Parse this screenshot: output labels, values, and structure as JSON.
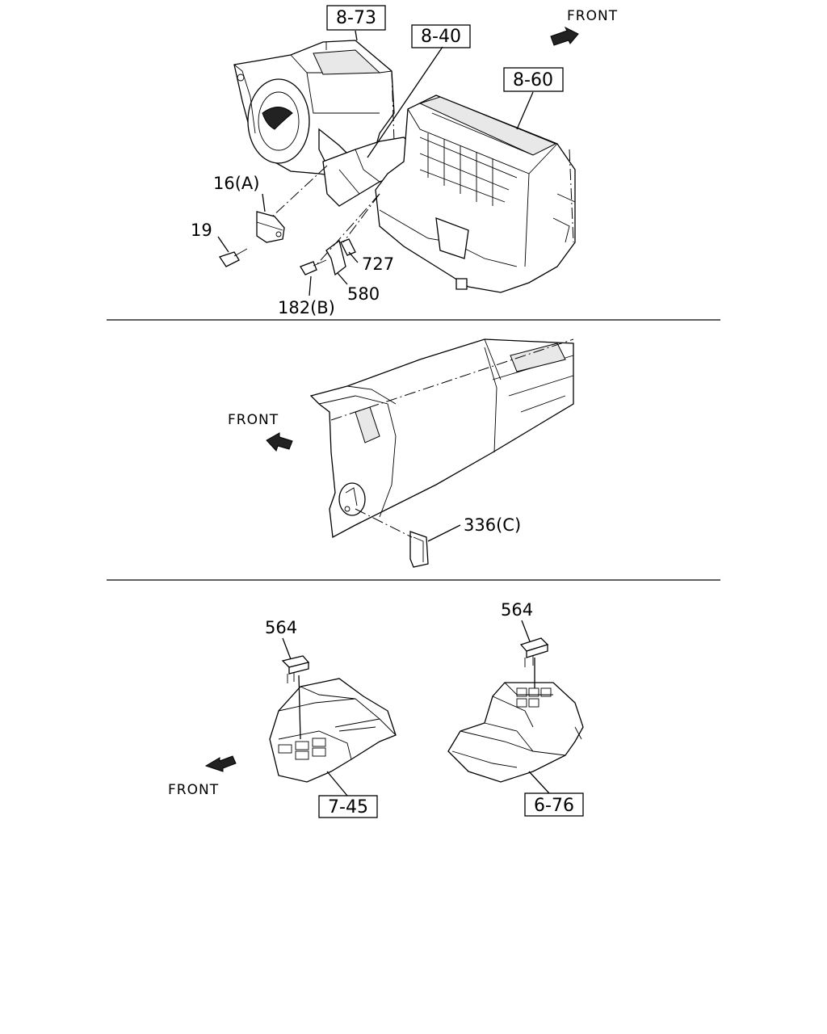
{
  "section_1": {
    "front_label": "FRONT",
    "box_labels": {
      "blower": "8-73",
      "duct": "8-40",
      "heater_unit": "8-60"
    },
    "callouts": {
      "sensor": "16(A)",
      "screw": "19",
      "clip": "727",
      "bracket": "580",
      "bolt": "182(B)"
    }
  },
  "section_2": {
    "front_label": "FRONT",
    "callouts": {
      "cover": "336(C)"
    }
  },
  "section_3": {
    "front_label": "FRONT",
    "callouts": {
      "cap_left": "564",
      "cap_right": "564"
    },
    "box_labels": {
      "console_left": "7-45",
      "console_right": "6-76"
    }
  }
}
